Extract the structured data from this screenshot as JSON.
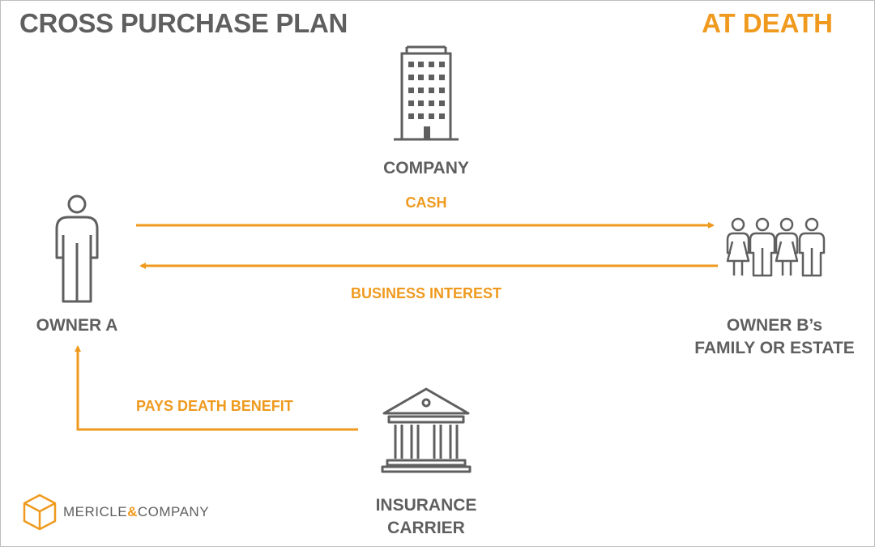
{
  "header": {
    "title": "CROSS PURCHASE PLAN",
    "subtitle": "AT DEATH"
  },
  "nodes": {
    "company": "COMPANY",
    "owner_a": "OWNER A",
    "owner_b_line1": "OWNER B’s",
    "owner_b_line2": "FAMILY OR ESTATE",
    "insurer_line1": "INSURANCE",
    "insurer_line2": "CARRIER"
  },
  "flows": {
    "cash": "CASH",
    "business_interest": "BUSINESS INTEREST",
    "death_benefit": "PAYS DEATH BENEFIT"
  },
  "logo": {
    "name_left": "MERICLE",
    "ampersand": "&",
    "name_right": "COMPANY"
  },
  "colors": {
    "accent": "#ef9a1e",
    "text": "#5f5f5f",
    "icon": "#5f5f5f"
  }
}
